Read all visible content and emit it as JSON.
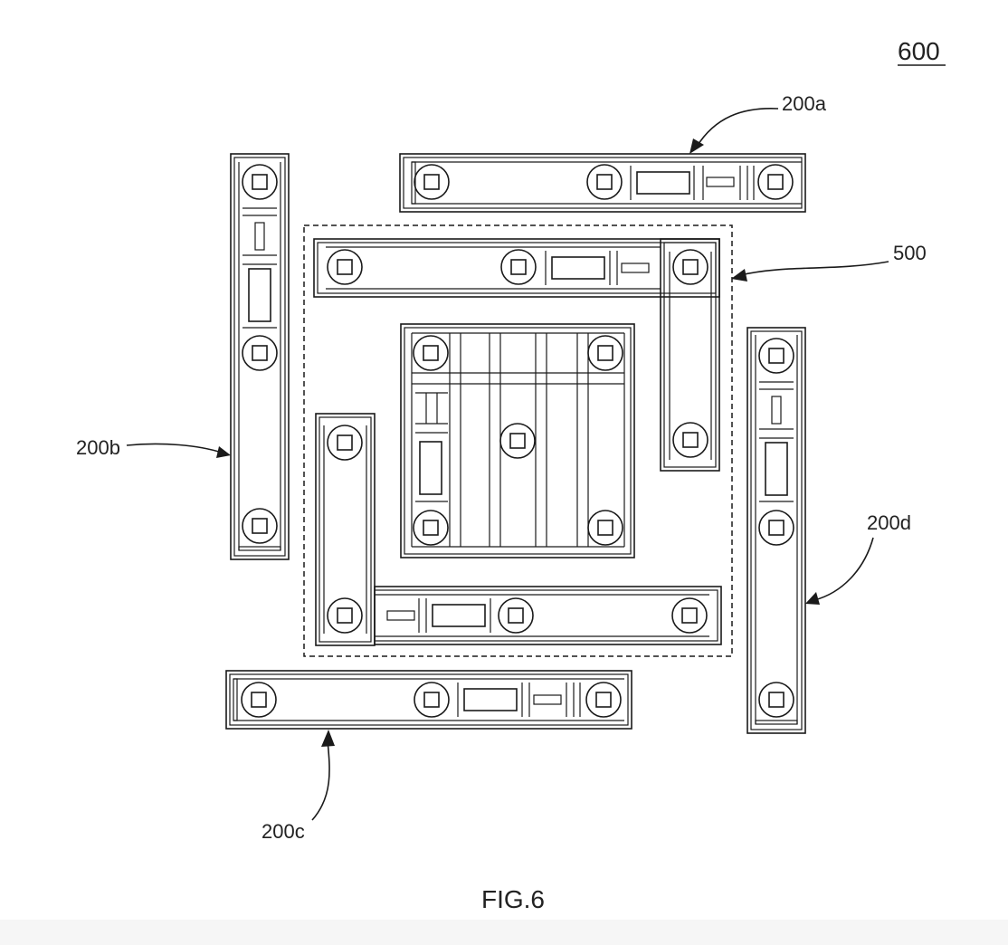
{
  "figure": {
    "reference_number": "600",
    "caption": "FIG.6"
  },
  "labels": {
    "module_a": "200a",
    "module_b": "200b",
    "module_c": "200c",
    "module_d": "200d",
    "inner_assembly": "500"
  }
}
